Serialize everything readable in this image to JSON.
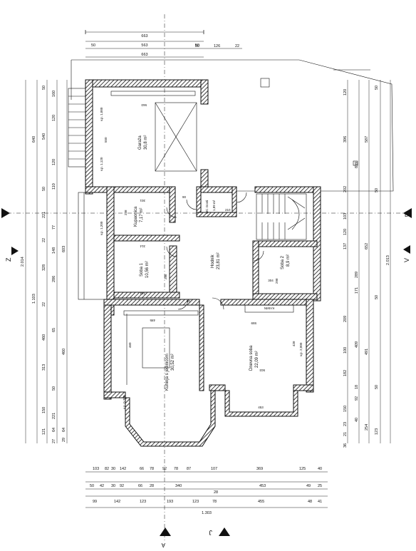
{
  "rooms": {
    "garaza": {
      "name": "Garaža",
      "area": "30,8 m²"
    },
    "kupaonica": {
      "name": "Kupaonica",
      "area": "7,17 m²"
    },
    "wc": {
      "name": "WC Gosti",
      "area": "1,89 m²"
    },
    "soba1": {
      "name": "Soba 1",
      "area": "10,56 m²"
    },
    "hodnik": {
      "name": "Hodnik",
      "area": "23,81 m²"
    },
    "soba2": {
      "name": "Soba 2",
      "area": "8,9 m²"
    },
    "kuhinja": {
      "name": "Kuhinja s jedinicom",
      "area": "30,52 m²"
    },
    "dnevna": {
      "name": "Dnevna soba",
      "area": "22,09 m²"
    },
    "kamin": "KAMIN"
  },
  "section_markers": {
    "left": "Z",
    "right": "V",
    "top_left": "A",
    "bottom": "J",
    "right_b": "B"
  },
  "top_dims": {
    "row1": "663",
    "row2": [
      "50",
      "563",
      "50"
    ],
    "row3": [
      "50",
      "126",
      "22"
    ],
    "row4": "663"
  },
  "bottom_dims": {
    "row1": [
      "103",
      "82",
      "30",
      "142",
      "66",
      "78",
      "92",
      "78",
      "87",
      "107",
      "369",
      "125",
      "40"
    ],
    "row2": [
      "50",
      "42",
      "30",
      "92",
      "66",
      "28",
      "340",
      "453",
      "49",
      "25"
    ],
    "row3": [
      "28"
    ],
    "row4": [
      "99",
      "142",
      "123",
      "193",
      "123",
      "78",
      "455",
      "48",
      "41"
    ],
    "total": "1.303"
  },
  "left_dims": {
    "outer": "1.103",
    "total": "2.014",
    "segments_a": [
      "50",
      "540",
      "50",
      "221",
      "22",
      "328",
      "22",
      "460",
      "313",
      "150",
      "121"
    ],
    "segments_b": [
      "160",
      "120",
      "120",
      "110",
      "77",
      "148",
      "286",
      "65",
      "50",
      "221",
      "27"
    ],
    "segments_c": [
      "640",
      "603",
      "460",
      "29",
      "64",
      "64"
    ]
  },
  "right_dims": {
    "total": "2.013",
    "segments_a": [
      "120",
      "396",
      "202",
      "103",
      "120",
      "137",
      "209",
      "100",
      "182",
      "150",
      "23"
    ],
    "segments_b": [
      "587",
      "839",
      "652",
      "289",
      "171",
      "409",
      "491",
      "18",
      "92",
      "40",
      "254",
      "123"
    ],
    "segments_c": [
      "50",
      "50",
      "50",
      "50",
      "21",
      "36"
    ]
  },
  "inner_labels": {
    "garaza_w": "550",
    "garaza_top": "563",
    "kup_w": "301",
    "kup_h": "238",
    "soba1_w": "314",
    "soba1_h": "286",
    "soba1_bot": "334",
    "soba2_w": "304",
    "soba2_h": "298",
    "kuhinja_top": "485",
    "kuhinja_h": "460",
    "dnevna_top": "559",
    "dnevna_h": "428",
    "dnevna_bot": "503",
    "bay": "453",
    "door1": "90",
    "door2": "80",
    "door3": "210",
    "vp1": "v.p. 1,000",
    "vp2": "v.p. 1,120",
    "vp3": "v.p. 0,700",
    "vp4": "v.p. 2,000",
    "vp5": "v.p. 1,200"
  }
}
